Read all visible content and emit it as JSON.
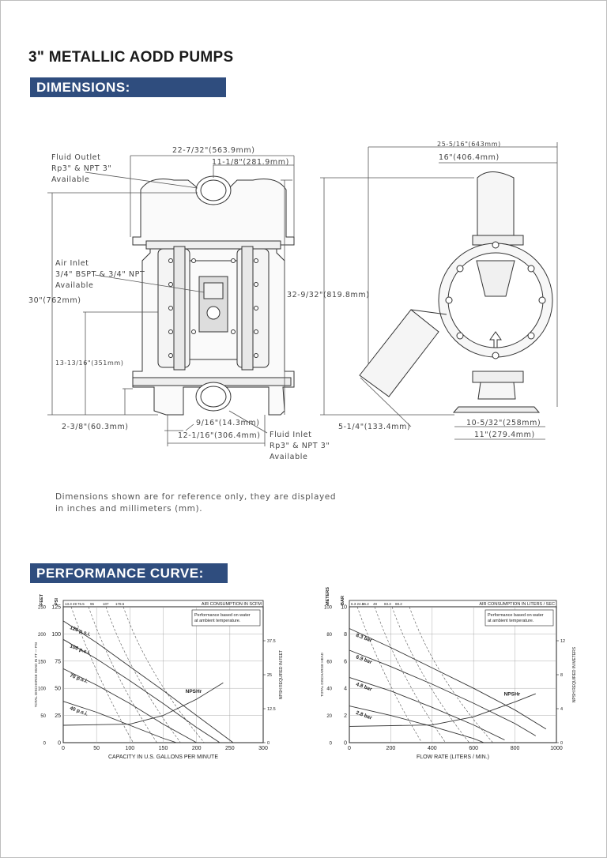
{
  "title": "3\" METALLIC AODD PUMPS",
  "sections": {
    "dimensions": "DIMENSIONS:",
    "performance": "PERFORMANCE CURVE:"
  },
  "dimension_labels": {
    "overall_width": "22-7/32\"(563.9mm)",
    "outlet_center": "11-1/8\"(281.9mm)",
    "fluid_outlet": "Fluid Outlet\nRp3\" & NPT 3\"\nAvailable",
    "air_inlet": "Air Inlet\n3/4\" BSPT & 3/4\" NPT\nAvailable",
    "height_left": "30\"(762mm)",
    "height_mid": "13-13/16\"(351mm)",
    "height_right": "32-9/32\"(819.8mm)",
    "base_height": "2-3/8\"(60.3mm)",
    "foot_hole": "9/16\"(14.3mm)",
    "foot_span": "12-1/16\"(306.4mm)",
    "fluid_inlet": "Fluid Inlet\nRp3\" & NPT 3\"\nAvailable",
    "side_depth": "25-5/16\"(643mm)",
    "side_depth2": "16\"(406.4mm)",
    "side_offset": "5-1/4\"(133.4mm)",
    "side_foot1": "10-5/32\"(258mm)",
    "side_foot2": "11\"(279.4mm)"
  },
  "note": "Dimensions shown are for reference only, they are displayed\nin inches and millimeters (mm).",
  "chart_data": [
    {
      "type": "line",
      "title": "AIR CONSUMPTION IN SCFM",
      "note": "Performance based on water\nat ambient temperature.",
      "xlabel": "CAPACITY IN U.S. GALLONS PER MINUTE",
      "ylabel_left": "TOTAL DISCHARGE HEAD IN FT — PSI",
      "ylabel_right": "NPSH REQUIRED IN FEET",
      "unit_feet": "FEET",
      "unit_psi": "PSI",
      "x_ticks": [
        "0",
        "50",
        "100",
        "150",
        "200",
        "250",
        "300"
      ],
      "feet_ticks": [
        "0",
        "50",
        "100",
        "150",
        "200",
        "250"
      ],
      "psi_ticks": [
        "0",
        "25",
        "50",
        "75",
        "100",
        "125"
      ],
      "npsh_ticks": [
        "0",
        "12.5",
        "25",
        "37.5"
      ],
      "scfm_ticks": [
        "13.3 49",
        "76.5",
        "96",
        "107",
        "178.5"
      ],
      "xlim": [
        0,
        300
      ],
      "ylim": [
        0,
        125
      ],
      "series": [
        {
          "name": "120 p.s.i.",
          "x": [
            0,
            50,
            100,
            150,
            200,
            255
          ],
          "y": [
            112,
            92,
            70,
            48,
            25,
            0
          ]
        },
        {
          "name": "100 p.s.i.",
          "x": [
            0,
            50,
            100,
            150,
            200,
            235
          ],
          "y": [
            95,
            77,
            57,
            36,
            14,
            0
          ]
        },
        {
          "name": "70 p.s.i.",
          "x": [
            0,
            50,
            100,
            150,
            200
          ],
          "y": [
            68,
            53,
            36,
            17,
            0
          ]
        },
        {
          "name": "40 p.s.i.",
          "x": [
            0,
            50,
            100,
            150,
            170
          ],
          "y": [
            38,
            28,
            16,
            4,
            0
          ]
        },
        {
          "name": "NPSHr",
          "x": [
            0,
            100,
            150,
            200,
            240
          ],
          "y": [
            16,
            17,
            25,
            40,
            55
          ]
        }
      ]
    },
    {
      "type": "line",
      "title": "AIR CONSUMPTION IN LITERS / SEC",
      "note": "Performance based on water\nat ambient temperature.",
      "xlabel": "FLOW RATE (LITERS / MIN.)",
      "ylabel_left": "TOTAL DISCHARGE HEAD",
      "ylabel_right": "NPSH REQUIRED IN METERS",
      "unit_meters": "METERS",
      "unit_bar": "BAR",
      "x_ticks": [
        "0",
        "200",
        "400",
        "600",
        "800",
        "1000"
      ],
      "meter_ticks": [
        "0",
        "20",
        "40",
        "60",
        "80",
        "100"
      ],
      "bar_ticks": [
        "0",
        "2",
        "4",
        "6",
        "8",
        "10"
      ],
      "npsh_ticks": [
        "0",
        "4",
        "8",
        "12"
      ],
      "lps_ticks": [
        "6.3 24.5",
        "36.2",
        "49",
        "83.3",
        "88.2"
      ],
      "xlim": [
        0,
        1000
      ],
      "ylim": [
        0,
        100
      ],
      "series": [
        {
          "name": "8.3 bar",
          "x": [
            0,
            200,
            400,
            600,
            800,
            950
          ],
          "y": [
            84,
            70,
            55,
            40,
            24,
            10
          ]
        },
        {
          "name": "6.9 bar",
          "x": [
            0,
            200,
            400,
            600,
            800,
            900
          ],
          "y": [
            68,
            56,
            43,
            29,
            14,
            5
          ]
        },
        {
          "name": "4.8 bar",
          "x": [
            0,
            200,
            400,
            600,
            750
          ],
          "y": [
            48,
            38,
            26,
            13,
            2
          ]
        },
        {
          "name": "2.8 bar",
          "x": [
            0,
            200,
            400,
            600,
            650
          ],
          "y": [
            27,
            20,
            12,
            3,
            0
          ]
        },
        {
          "name": "NPSHr",
          "x": [
            0,
            400,
            600,
            800,
            900
          ],
          "y": [
            12,
            13,
            19,
            30,
            36
          ]
        }
      ]
    }
  ]
}
